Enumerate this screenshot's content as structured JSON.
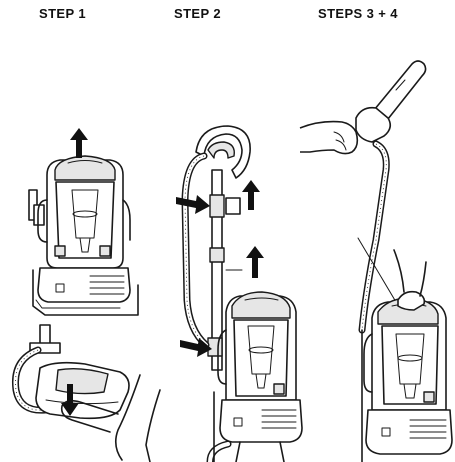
{
  "steps": [
    {
      "title": "STEP 1"
    },
    {
      "title": "STEP 2"
    },
    {
      "title": "STEPS 3 + 4"
    }
  ],
  "colors": {
    "ink": "#111111",
    "background": "#ffffff",
    "tint": "#e6e6e6"
  },
  "icons": [
    "arrow-up-icon",
    "arrow-down-icon",
    "arrow-right-icon"
  ]
}
